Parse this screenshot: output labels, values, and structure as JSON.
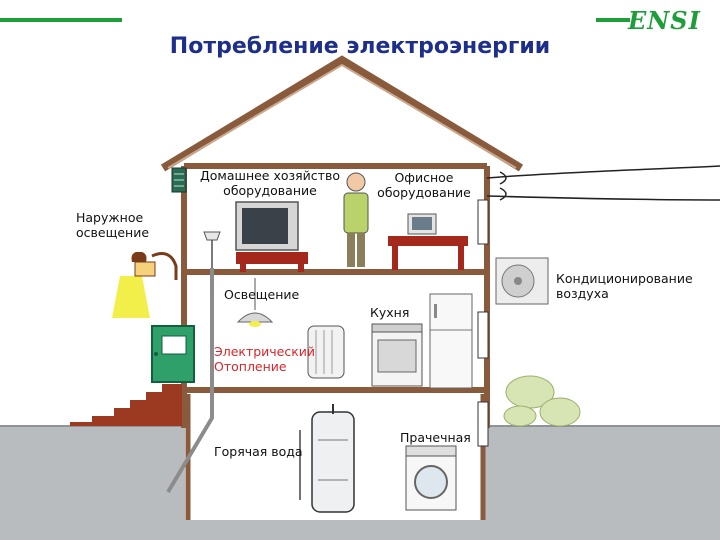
{
  "title": "Потребление электроэнергии",
  "logo": "ENSI",
  "rooms": {
    "household": "Домашнее хозяйство оборудование",
    "office": "Офисное оборудование",
    "outdoor_lighting": "Наружное освещение",
    "lighting": "Освещение",
    "kitchen": "Кухня",
    "ac": "Кондиционирование воздуха",
    "heating": "Электрический Отопление",
    "hot_water": "Горячая вода",
    "laundry": "Прачечная"
  },
  "colors": {
    "title": "#1d2f8a",
    "accent_bar": "#1e9e3a",
    "wall": "#8a5a3c",
    "ground": "#b9bcbf",
    "red_label": "#d8262a"
  }
}
